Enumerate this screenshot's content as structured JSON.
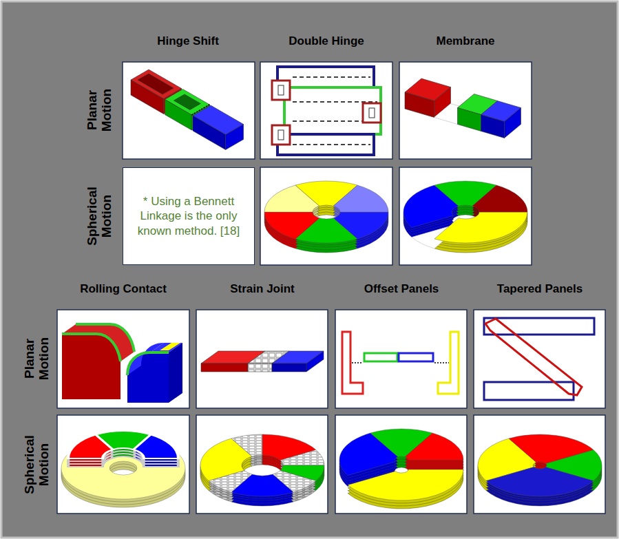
{
  "diagram": {
    "nodes": [
      {
        "text": [
          "* Using a Bennett Linkage is the only known method. [18]"
        ]
      }
    ],
    "labels": [
      "Hinge Shift",
      "Double Hinge",
      "Membrane",
      "Planar Motion",
      "Spherical Motion",
      "Rolling Contact",
      "Strain Joint",
      "Offset Panels",
      "Tapered Panels",
      "Planar Motion",
      "Spherical Motion"
    ]
  }
}
